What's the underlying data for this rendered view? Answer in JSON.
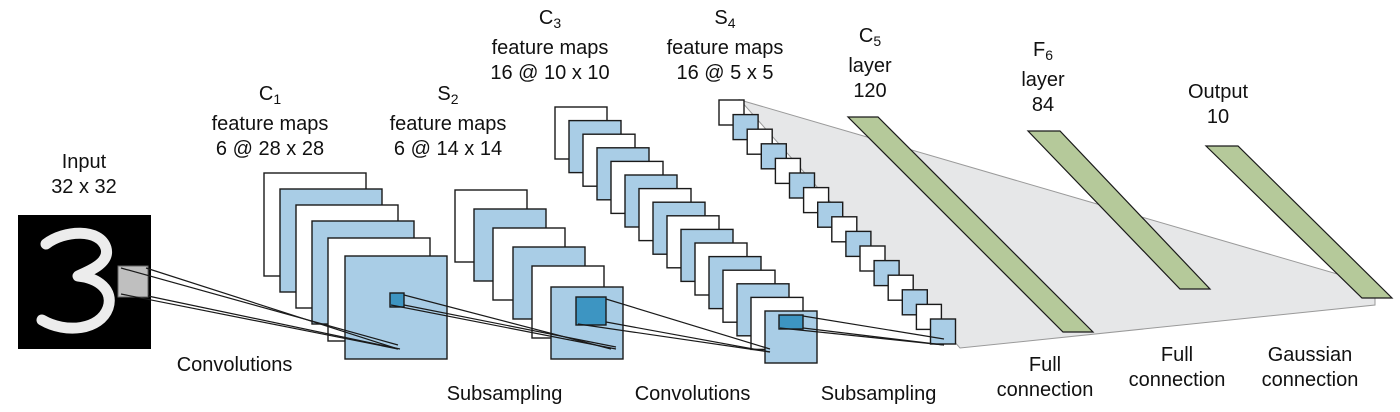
{
  "input": {
    "line1": "Input",
    "line2": "32 x 32",
    "digit": "3"
  },
  "c1": {
    "letter": "C",
    "sub": "1",
    "line2": "feature maps",
    "line3": "6 @ 28 x 28"
  },
  "s2": {
    "letter": "S",
    "sub": "2",
    "line2": "feature maps",
    "line3": "6 @ 14 x 14"
  },
  "c3": {
    "letter": "C",
    "sub": "3",
    "line2": "feature maps",
    "line3": "16 @ 10 x 10"
  },
  "s4": {
    "letter": "S",
    "sub": "4",
    "line2": "feature maps",
    "line3": "16 @ 5 x 5"
  },
  "c5": {
    "letter": "C",
    "sub": "5",
    "line2": "layer",
    "line3": "120"
  },
  "f6": {
    "letter": "F",
    "sub": "6",
    "line2": "layer",
    "line3": "84"
  },
  "output": {
    "line1": "Output",
    "line2": "10"
  },
  "steps": {
    "conv1": "Convolutions",
    "sub1": "Subsampling",
    "conv2": "Convolutions",
    "sub2": "Subsampling",
    "full1_line1": "Full",
    "full1_line2": "connection",
    "full2_line1": "Full",
    "full2_line2": "connection",
    "gauss_line1": "Gaussian",
    "gauss_line2": "connection"
  },
  "colors": {
    "map_fill": "#a9cde6",
    "map_dark": "#3d95c2",
    "layer_fill": "#b5c99a",
    "funnel": "#e6e7e8",
    "stroke": "#1a1a1a"
  }
}
